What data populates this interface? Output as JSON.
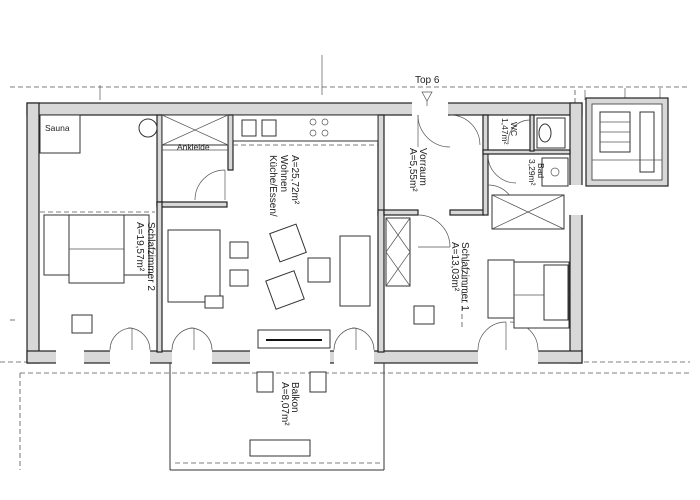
{
  "apartment": {
    "top_label": "Top 6"
  },
  "rooms": {
    "sauna": {
      "name": "Sauna"
    },
    "ankleide": {
      "name": "Ankleide"
    },
    "kitchen": {
      "name": "Küche/Essen/",
      "name2": "Wohnen",
      "area": "A=25,72m²"
    },
    "bedroom2": {
      "name": "Schlafzimmer 2",
      "area": "A=19,57m²"
    },
    "vorraum": {
      "name": "Vorraum",
      "area": "A=5,55m²"
    },
    "wc": {
      "name": "WC",
      "area": "1,47m²"
    },
    "bad": {
      "name": "Bad",
      "area": "3,29m²"
    },
    "bedroom1": {
      "name": "Schlafzimmer 1",
      "area": "A=13,03m²"
    },
    "balkon": {
      "name": "Balkon",
      "area": "A=8,07m²"
    }
  }
}
